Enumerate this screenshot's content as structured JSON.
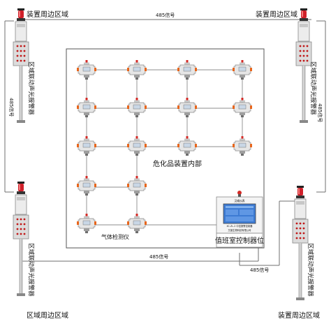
{
  "labels": {
    "zone_top_left": "装置周边区域",
    "zone_top_right": "装置周边区域",
    "zone_bottom_left": "区域周边区域",
    "zone_bottom_right": "装置周边区域",
    "signal_top": "485信号",
    "signal_left": "485信号",
    "signal_right": "485信号",
    "signal_bottom": "485信号",
    "signal_bottom_right": "485信号",
    "alarm_vertical": "区域联动声光报警器",
    "inner_area": "危化品装置内部",
    "gas_detector": "气体检测仪",
    "controller": "值班室控制器位",
    "controller_brand": "汉威仪表",
    "controller_company": "艾普生物科技有限公司",
    "controller_small": "XC-ZL-2 中控报警控制器"
  },
  "colors": {
    "alarm_light": "#d0202a",
    "alarm_base": "#a0a0a0",
    "detector_body": "#e8e8e8",
    "detector_orange": "#e8661c",
    "detector_lamp": "#d42a25",
    "line": "#6f6f6f",
    "screen": "#3d7bd3"
  },
  "detector_grid": {
    "rows": [
      4,
      4,
      4,
      2,
      2
    ],
    "first_column_rows": 5
  }
}
